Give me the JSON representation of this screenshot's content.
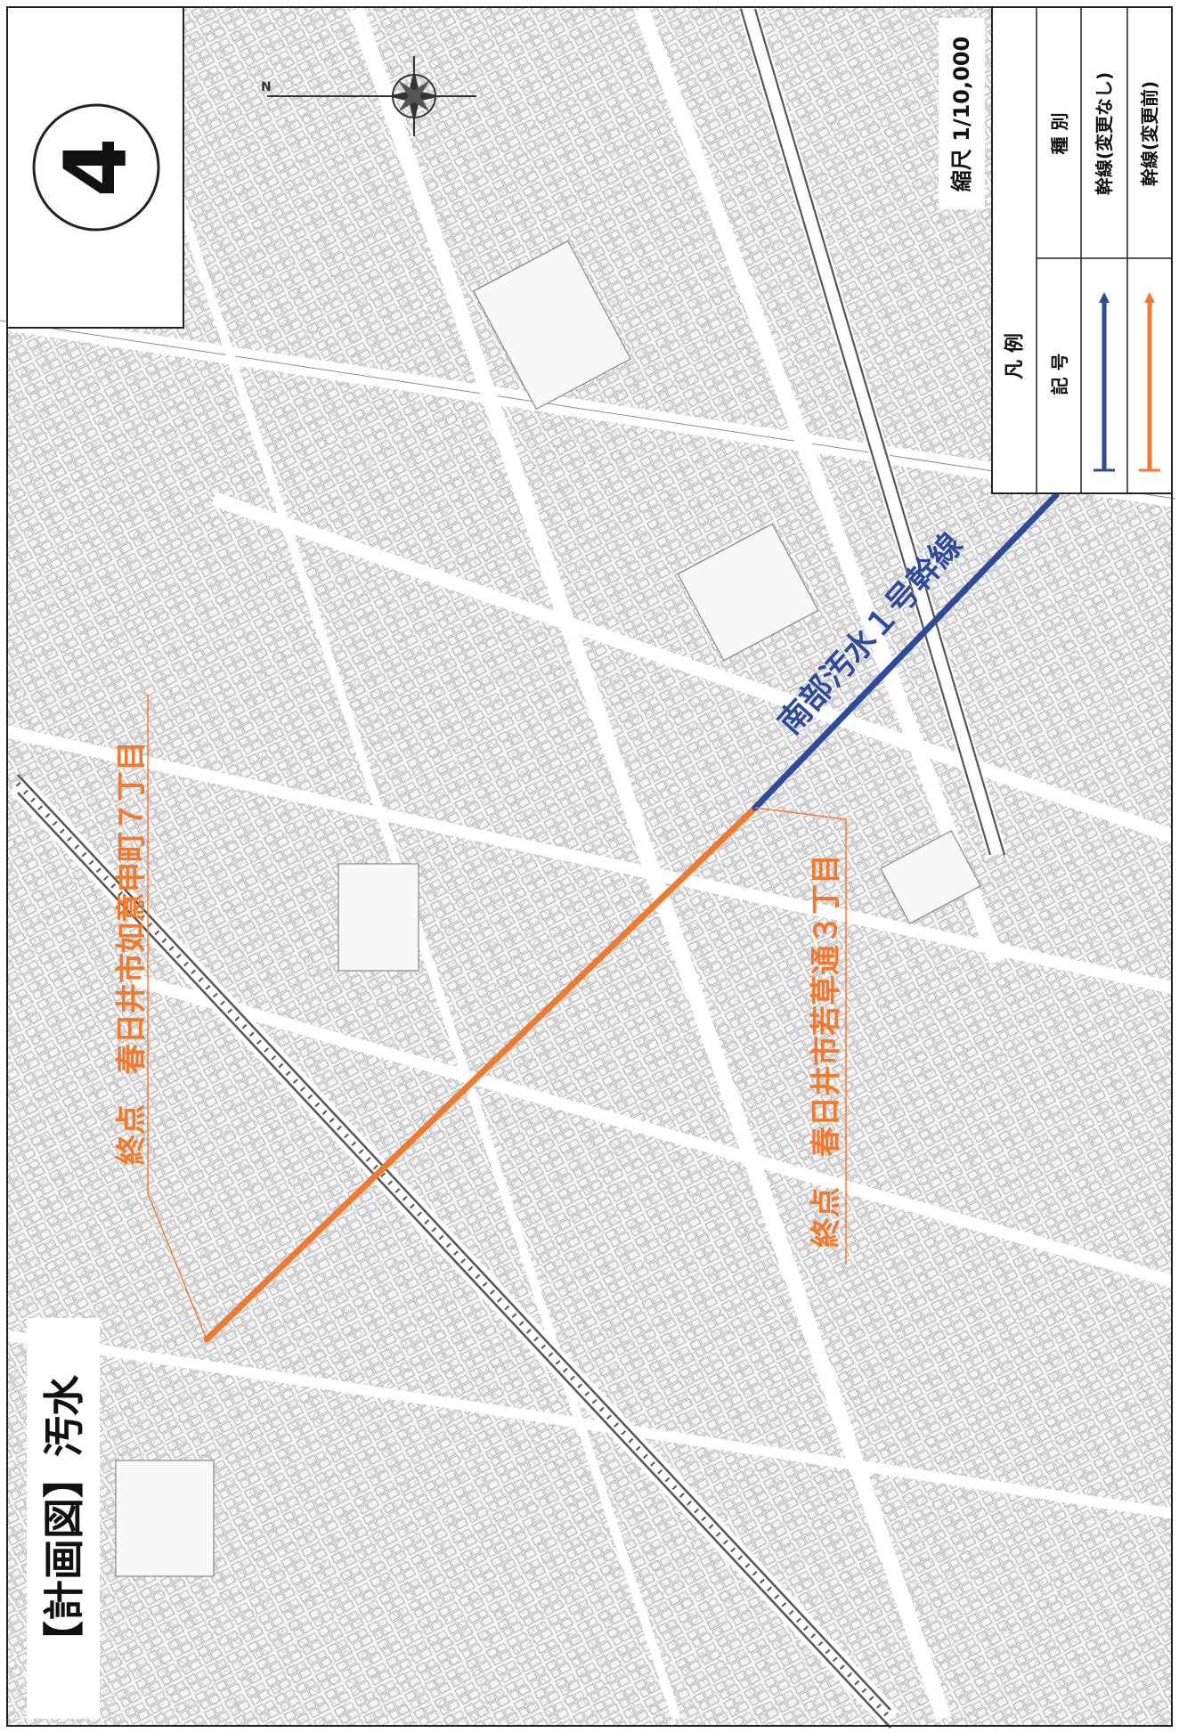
{
  "sheet_number": "4",
  "plan_title": "【計画図】汚水",
  "scale_label": "縮尺 1/10,000",
  "legend": {
    "title": "凡 例",
    "col_symbol": "記 号",
    "col_type": "種 別",
    "rows": [
      {
        "type_label": "幹線(変更なし)",
        "color": "#2e4a9c"
      },
      {
        "type_label": "幹線(変更前)",
        "color": "#f07a30"
      }
    ]
  },
  "annotations": {
    "trunk_line_label": "南部汚水１号幹線",
    "endpoint_upper_label": "終点　春日井市如意申町７丁目",
    "endpoint_lower_label": "終点　春日井市若草通３丁目"
  },
  "colors": {
    "blue_line": "#2e4a9c",
    "orange_line": "#f07a30",
    "map_ink": "#9a9a9a",
    "frame": "#222222"
  },
  "icons": {
    "north_arrow": "compass-rose-icon"
  }
}
